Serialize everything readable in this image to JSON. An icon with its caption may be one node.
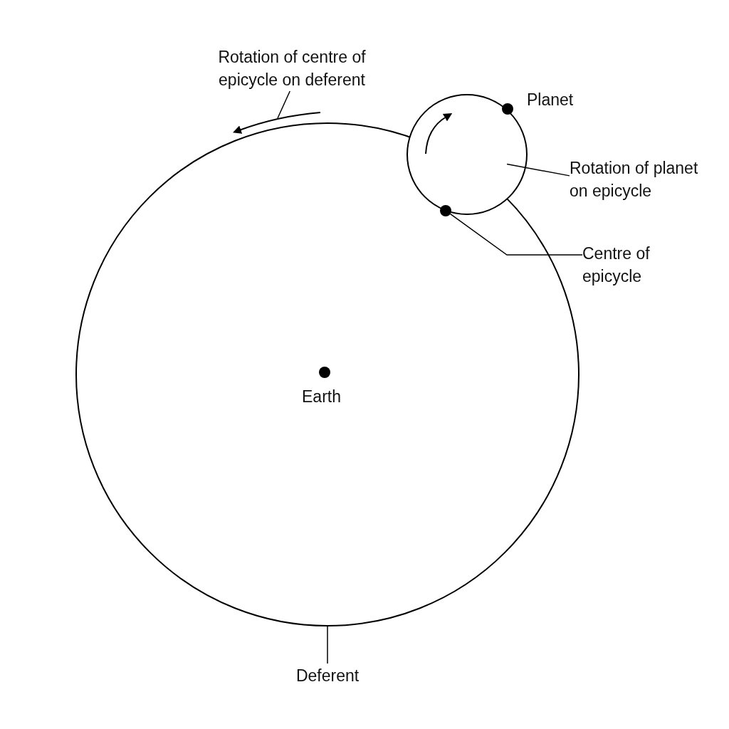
{
  "diagram": {
    "nodes": [
      {
        "text": [],
        "shape": "circle"
      },
      {
        "text": [],
        "shape": "circle"
      },
      {
        "text": [],
        "shape": "circle"
      },
      {
        "text": [],
        "shape": "circle",
        "in": 0
      },
      {
        "text": [],
        "shape": "circle",
        "in": 0
      },
      {
        "text": [
          "Rotation of centre of epicycle on deferent"
        ]
      },
      {
        "text": [
          "Rotation of planet on epicycle"
        ]
      },
      {
        "text": [
          "Centre of epicycle"
        ]
      },
      {
        "text": [
          "Deferent"
        ]
      }
    ],
    "edges": [
      {
        "from": 5,
        "to": null,
        "arrow": "none"
      },
      {
        "from": 6,
        "to": 1,
        "arrow": "none"
      },
      {
        "from": 7,
        "to": 3,
        "arrow": "none"
      },
      {
        "from": 8,
        "to": 0,
        "arrow": "none"
      }
    ],
    "labels": [
      "Planet",
      "Earth"
    ]
  }
}
